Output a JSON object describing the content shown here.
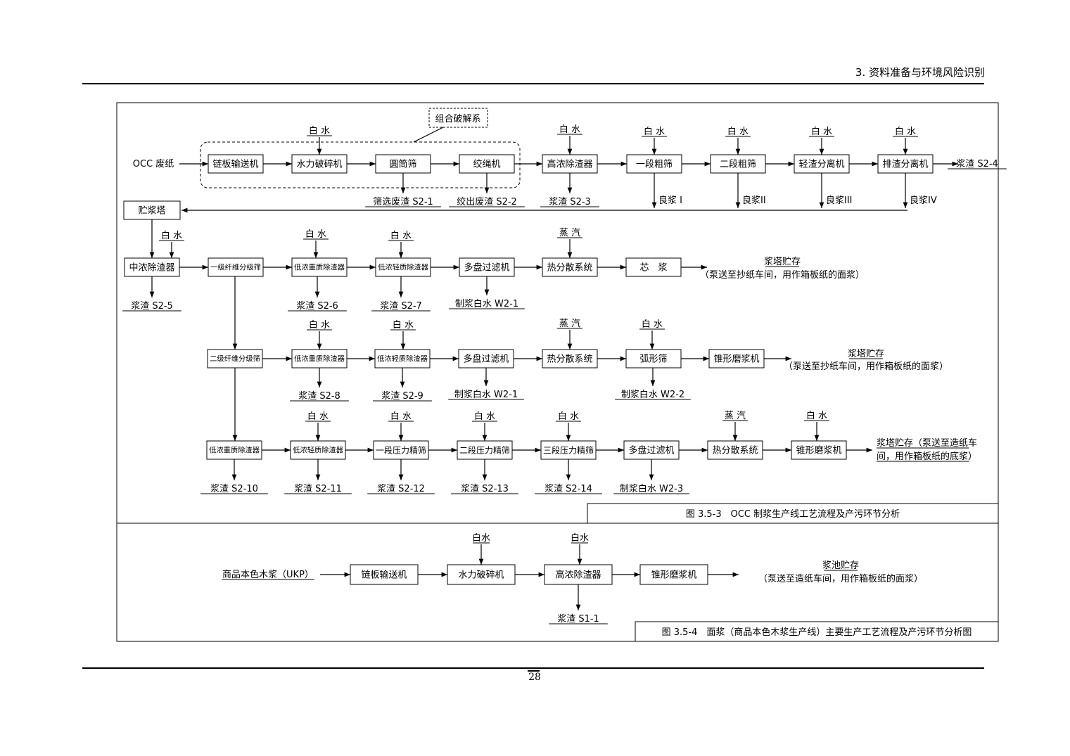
{
  "header": {
    "title": "3. 资料准备与环境风险识别"
  },
  "footer": {
    "page_number": "28"
  },
  "figure1": {
    "caption": "图 3.5-3　OCC 制浆生产线工艺流程及产污环节分析",
    "input": "OCC 废纸",
    "group_label": "组合破解系",
    "row1": [
      "链板输送机",
      "水力破碎机",
      "圆筒筛",
      "绞绳机",
      "高浓除渣器",
      "一段粗筛",
      "二段粗筛",
      "轻渣分离机",
      "排渣分离机"
    ],
    "row1_waters": [
      "白 水",
      "白 水",
      "白 水",
      "白 水",
      "白 水",
      "白 水"
    ],
    "row1_outputs": [
      "筛选废渣 S2-1",
      "绞出废渣 S2-2",
      "浆渣 S2-3",
      "浆渣 S2-4"
    ],
    "good_pulp": [
      "良浆 I",
      "良浆II",
      "良浆III",
      "良浆IV"
    ],
    "storage_tower": "贮浆塔",
    "row2": [
      "中浓除渣器",
      "一级纤维分级筛",
      "低浓重质除渣器",
      "低浓轻质除渣器",
      "多盘过滤机",
      "热分散系统",
      "芯　浆"
    ],
    "row2_inputs": [
      "白 水",
      "白 水",
      "白 水",
      "蒸 汽"
    ],
    "row2_outputs": [
      "浆渣 S2-5",
      "浆渣 S2-6",
      "浆渣 S2-7",
      "制浆白水 W2-1"
    ],
    "row2_dest": [
      "浆塔贮存",
      "（泵送至抄纸车间，用作箱板纸的面浆）"
    ],
    "row3": [
      "二级纤维分级筛",
      "低浓重质除渣器",
      "低浓轻质除渣器",
      "多盘过滤机",
      "热分散系统",
      "弧形筛",
      "锥形磨浆机"
    ],
    "row3_inputs": [
      "白 水",
      "白 水",
      "蒸 汽",
      "白 水"
    ],
    "row3_outputs": [
      "浆渣 S2-8",
      "浆渣 S2-9",
      "制浆白水 W2-1",
      "制浆白水 W2-2"
    ],
    "row3_dest": [
      "浆塔贮存",
      "（泵送至抄纸车间，用作箱板纸的面浆）"
    ],
    "row4": [
      "低浓重质除渣器",
      "低浓轻质除渣器",
      "一段压力精筛",
      "二段压力精筛",
      "三段压力精筛",
      "多盘过滤机",
      "热分散系统",
      "锥形磨浆机"
    ],
    "row4_inputs": [
      "白 水",
      "白 水",
      "白 水",
      "白 水",
      "蒸 汽",
      "白 水"
    ],
    "row4_outputs": [
      "浆渣 S2-10",
      "浆渣 S2-11",
      "浆渣 S2-12",
      "浆渣 S2-13",
      "浆渣 S2-14",
      "制浆白水 W2-3"
    ],
    "row4_dest": [
      "浆塔贮存（泵送至造纸车",
      "间，用作箱板纸的底浆）"
    ]
  },
  "figure2": {
    "caption": "图 3.5-4　面浆（商品本色木浆生产线）主要生产工艺流程及产污环节分析图",
    "input": "商品本色木浆（UKP）",
    "row": [
      "链板输送机",
      "水力破碎机",
      "高浓除渣器",
      "锥形磨浆机"
    ],
    "inputs": [
      "白水",
      "白水"
    ],
    "outputs": [
      "浆渣 S1-1"
    ],
    "dest": [
      "浆池贮存",
      "（泵送至造纸车间，用作箱板纸的面浆）"
    ]
  }
}
